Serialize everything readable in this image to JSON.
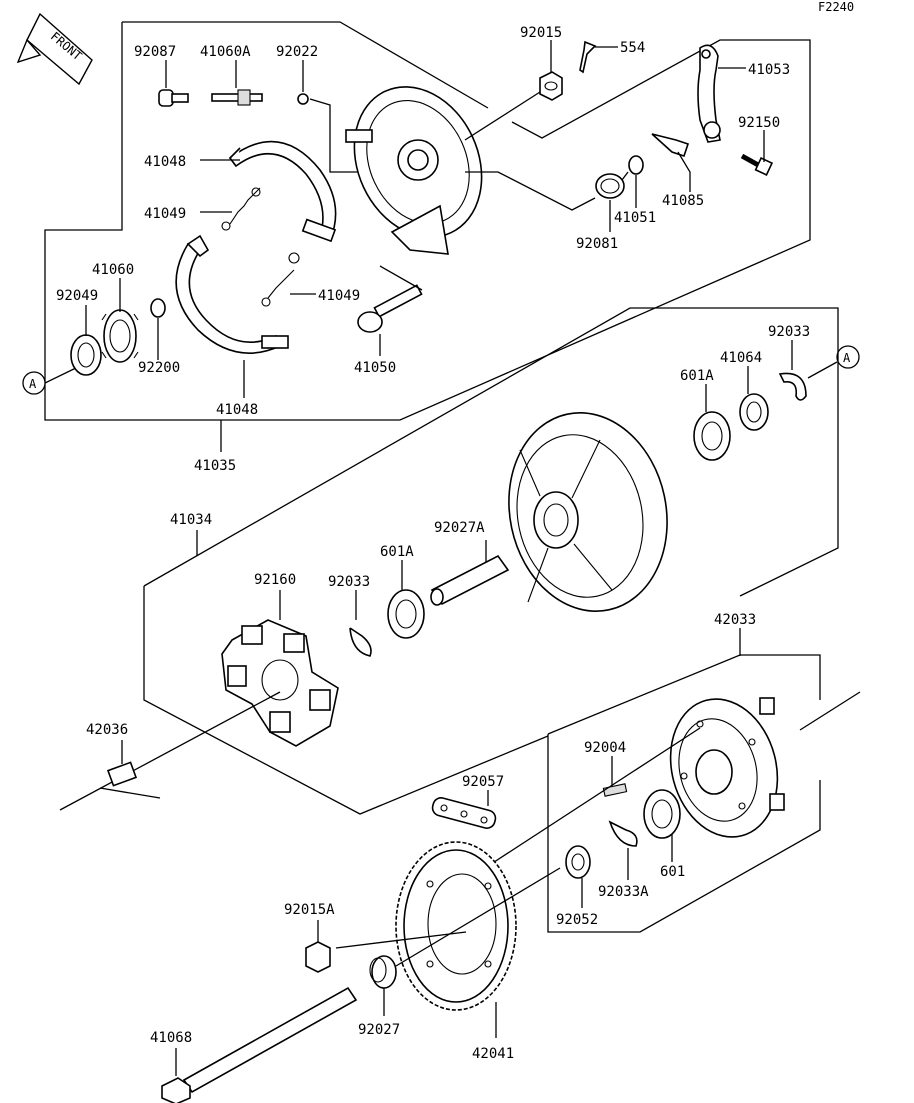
{
  "figure_code": "F2240",
  "front_tag": "FRONT",
  "ref_marker": "A",
  "labels": {
    "p92087": "92087",
    "p41060A": "41060A",
    "p92022": "92022",
    "p92015": "92015",
    "p554": "554",
    "p41053": "41053",
    "p92150": "92150",
    "p41048_top": "41048",
    "p41049_top": "41049",
    "p41085": "41085",
    "p41051": "41051",
    "p92081": "92081",
    "p41060": "41060",
    "p92049": "92049",
    "p41049_mid": "41049",
    "p92200": "92200",
    "p41050": "41050",
    "p41048_bot": "41048",
    "p41035": "41035",
    "p92033_top": "92033",
    "p41064": "41064",
    "p601A_top": "601A",
    "p41034": "41034",
    "p92027A": "92027A",
    "p601A_mid": "601A",
    "p92160": "92160",
    "p92033_mid": "92033",
    "p42033": "42033",
    "p42036": "42036",
    "p92004": "92004",
    "p92057": "92057",
    "p601": "601",
    "p92033A": "92033A",
    "p92015A": "92015A",
    "p92052": "92052",
    "p41068": "41068",
    "p92027": "92027",
    "p42041": "42041"
  }
}
